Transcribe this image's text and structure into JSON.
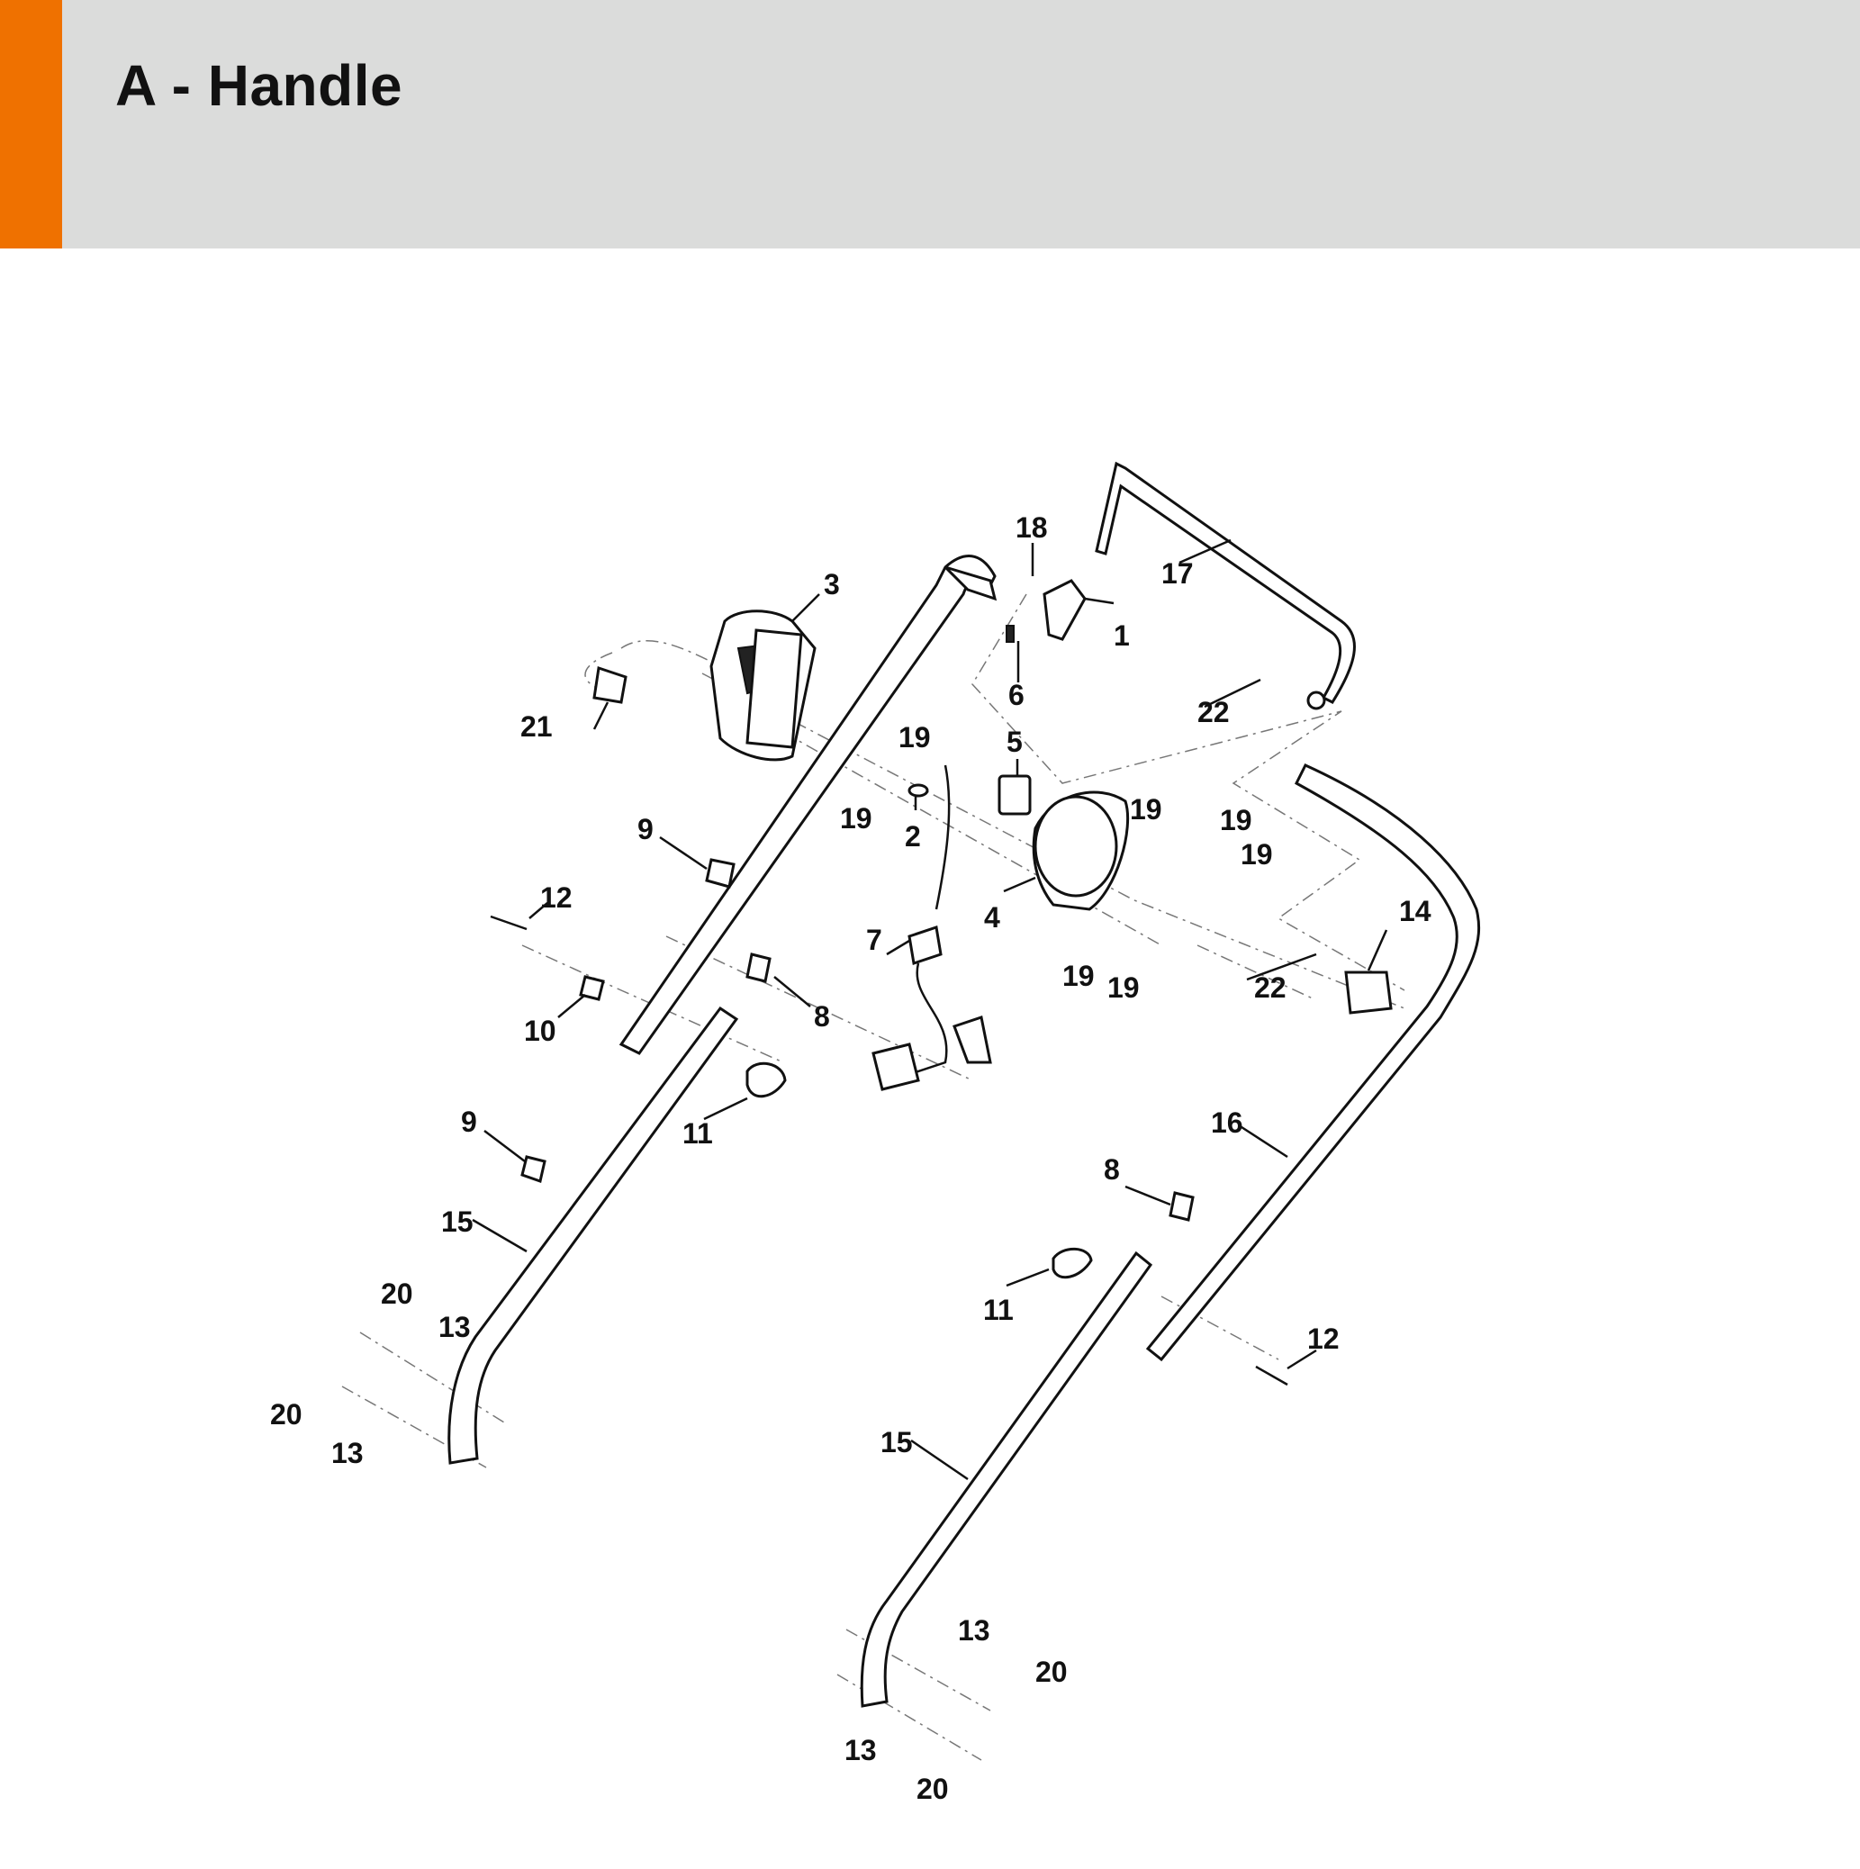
{
  "header": {
    "title": "A - Handle",
    "accent_color": "#ef7100",
    "band_color": "#dbdcdb"
  },
  "diagram": {
    "callouts": [
      "1",
      "2",
      "3",
      "4",
      "5",
      "6",
      "7",
      "8",
      "8",
      "9",
      "9",
      "10",
      "11",
      "11",
      "12",
      "12",
      "13",
      "13",
      "13",
      "13",
      "14",
      "15",
      "15",
      "16",
      "17",
      "18",
      "19",
      "19",
      "19",
      "19",
      "19",
      "19",
      "19",
      "20",
      "20",
      "20",
      "20",
      "21",
      "22",
      "22"
    ]
  }
}
